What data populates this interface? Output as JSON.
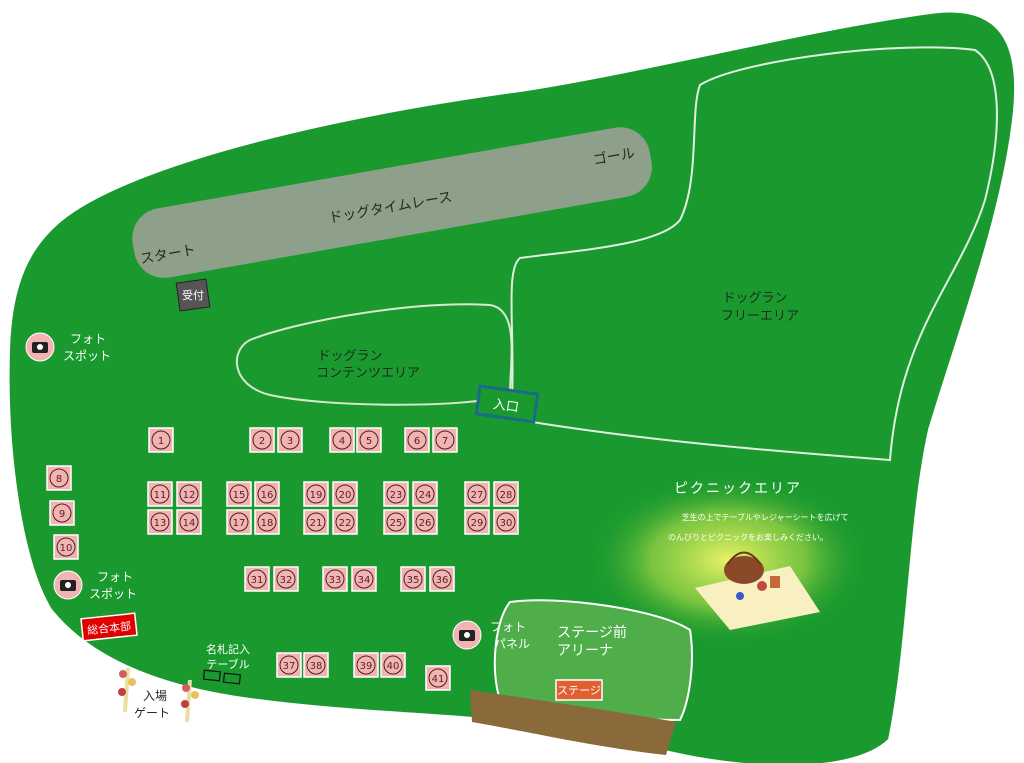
{
  "zones": {
    "dog_time_race": "ドッグタイムレース",
    "start": "スタート",
    "goal": "ゴール",
    "reception": "受付",
    "dog_run_contents_line1": "ドッグラン",
    "dog_run_contents_line2": "コンテンツエリア",
    "dog_run_free_line1": "ドッグラン",
    "dog_run_free_line2": "フリーエリア",
    "entrance": "入口",
    "picnic_area": "ピクニックエリア",
    "picnic_desc_line1": "芝生の上でテーブルやレジャーシートを広げて",
    "picnic_desc_line2": "のんびりとピクニックをお楽しみください。",
    "stage_arena_line1": "ステージ前",
    "stage_arena_line2": "アリーナ",
    "stage": "ステージ",
    "photo_spot_1_line1": "フォト",
    "photo_spot_1_line2": "スポット",
    "photo_spot_2_line1": "フォト",
    "photo_spot_2_line2": "スポット",
    "photo_panel_line1": "フォト",
    "photo_panel_line2": "パネル",
    "headquarters": "総合本部",
    "name_tag_line1": "名札記入",
    "name_tag_line2": "テーブル",
    "gate_line1": "入場",
    "gate_line2": "ゲート"
  },
  "booths": [
    {
      "num": "1"
    },
    {
      "num": "2"
    },
    {
      "num": "3"
    },
    {
      "num": "4"
    },
    {
      "num": "5"
    },
    {
      "num": "6"
    },
    {
      "num": "7"
    },
    {
      "num": "8"
    },
    {
      "num": "9"
    },
    {
      "num": "10"
    },
    {
      "num": "11"
    },
    {
      "num": "12"
    },
    {
      "num": "13"
    },
    {
      "num": "14"
    },
    {
      "num": "15"
    },
    {
      "num": "16"
    },
    {
      "num": "17"
    },
    {
      "num": "18"
    },
    {
      "num": "19"
    },
    {
      "num": "20"
    },
    {
      "num": "21"
    },
    {
      "num": "22"
    },
    {
      "num": "23"
    },
    {
      "num": "24"
    },
    {
      "num": "25"
    },
    {
      "num": "26"
    },
    {
      "num": "27"
    },
    {
      "num": "28"
    },
    {
      "num": "29"
    },
    {
      "num": "30"
    },
    {
      "num": "31"
    },
    {
      "num": "32"
    },
    {
      "num": "33"
    },
    {
      "num": "34"
    },
    {
      "num": "35"
    },
    {
      "num": "36"
    },
    {
      "num": "37"
    },
    {
      "num": "38"
    },
    {
      "num": "39"
    },
    {
      "num": "40"
    },
    {
      "num": "41"
    }
  ],
  "colors": {
    "grass": "#1a9a2e",
    "grass_edge": "#ffffff",
    "race_track": "#8fa08a",
    "booth_fill": "#f2b3b3",
    "hq_red": "#e00000",
    "stage_brown": "#8a6a3a",
    "arena_green": "#4fae4a",
    "entrance_blue": "#1a6a8a"
  },
  "icons": {
    "photo": "camera-icon",
    "gate_flower": "flower-gate-icon",
    "picnic": "picnic-basket-icon"
  }
}
